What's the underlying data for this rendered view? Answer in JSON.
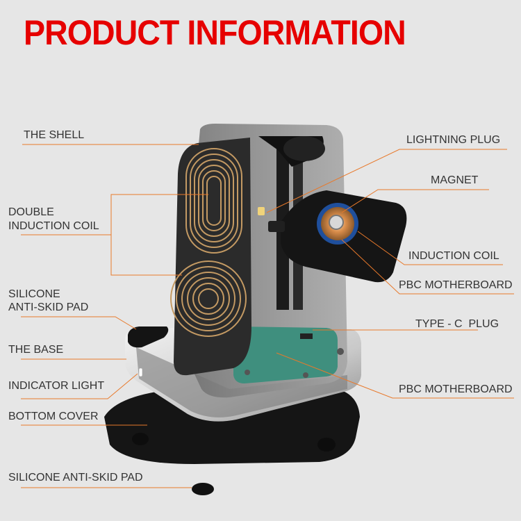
{
  "title": "PRODUCT INFORMATION",
  "colors": {
    "title": "#e60000",
    "leader_line": "#e8792b",
    "background": "#e6e6e6"
  },
  "labels_left": {
    "shell": "THE SHELL",
    "double_coil_1": "DOUBLE",
    "double_coil_2": "INDUCTION COIL",
    "silicone_pad_1": "SILICONE",
    "silicone_pad_2": "ANTI-SKID PAD",
    "base": "THE BASE",
    "indicator": "INDICATOR LIGHT",
    "bottom_cover": "BOTTOM COVER",
    "bottom_pad": "SILICONE ANTI-SKID PAD"
  },
  "labels_right": {
    "lightning": "LIGHTNING PLUG",
    "magnet": "MAGNET",
    "induction_coil": "INDUCTION COIL",
    "pbc_top": "PBC MOTHERBOARD",
    "typec": "TYPE - C  PLUG",
    "pbc_bottom": "PBC MOTHERBOARD"
  }
}
